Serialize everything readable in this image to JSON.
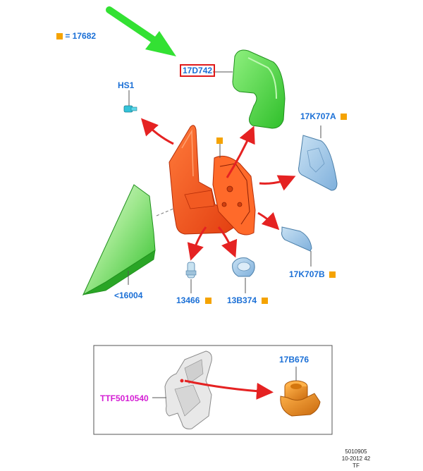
{
  "legend": {
    "part_number": "= 17682",
    "marker_color": "#f5a300"
  },
  "labels": {
    "mirror_cap": "17D742",
    "hs1": "HS1",
    "glass_upper": "17K707A",
    "glass_lower": "17K707B",
    "cover": "<16004",
    "bulb": "13466",
    "lamp": "13B374",
    "motor": "17B676",
    "kit": "TTF5010540"
  },
  "reference": {
    "line1": "5010905",
    "line2": "10-2012 42",
    "line3": "TF"
  },
  "colors": {
    "label_blue": "#1a6fd6",
    "kit_magenta": "#d41ed4",
    "highlight_red": "#e01a1a",
    "arrow_red": "#e52222",
    "pointer_green": "#33e133",
    "part_green": "#4fd84a",
    "housing_orange": "#ff5a1f",
    "glass_blue": "#9ec6e6",
    "motor_orange": "#e98a1a"
  }
}
